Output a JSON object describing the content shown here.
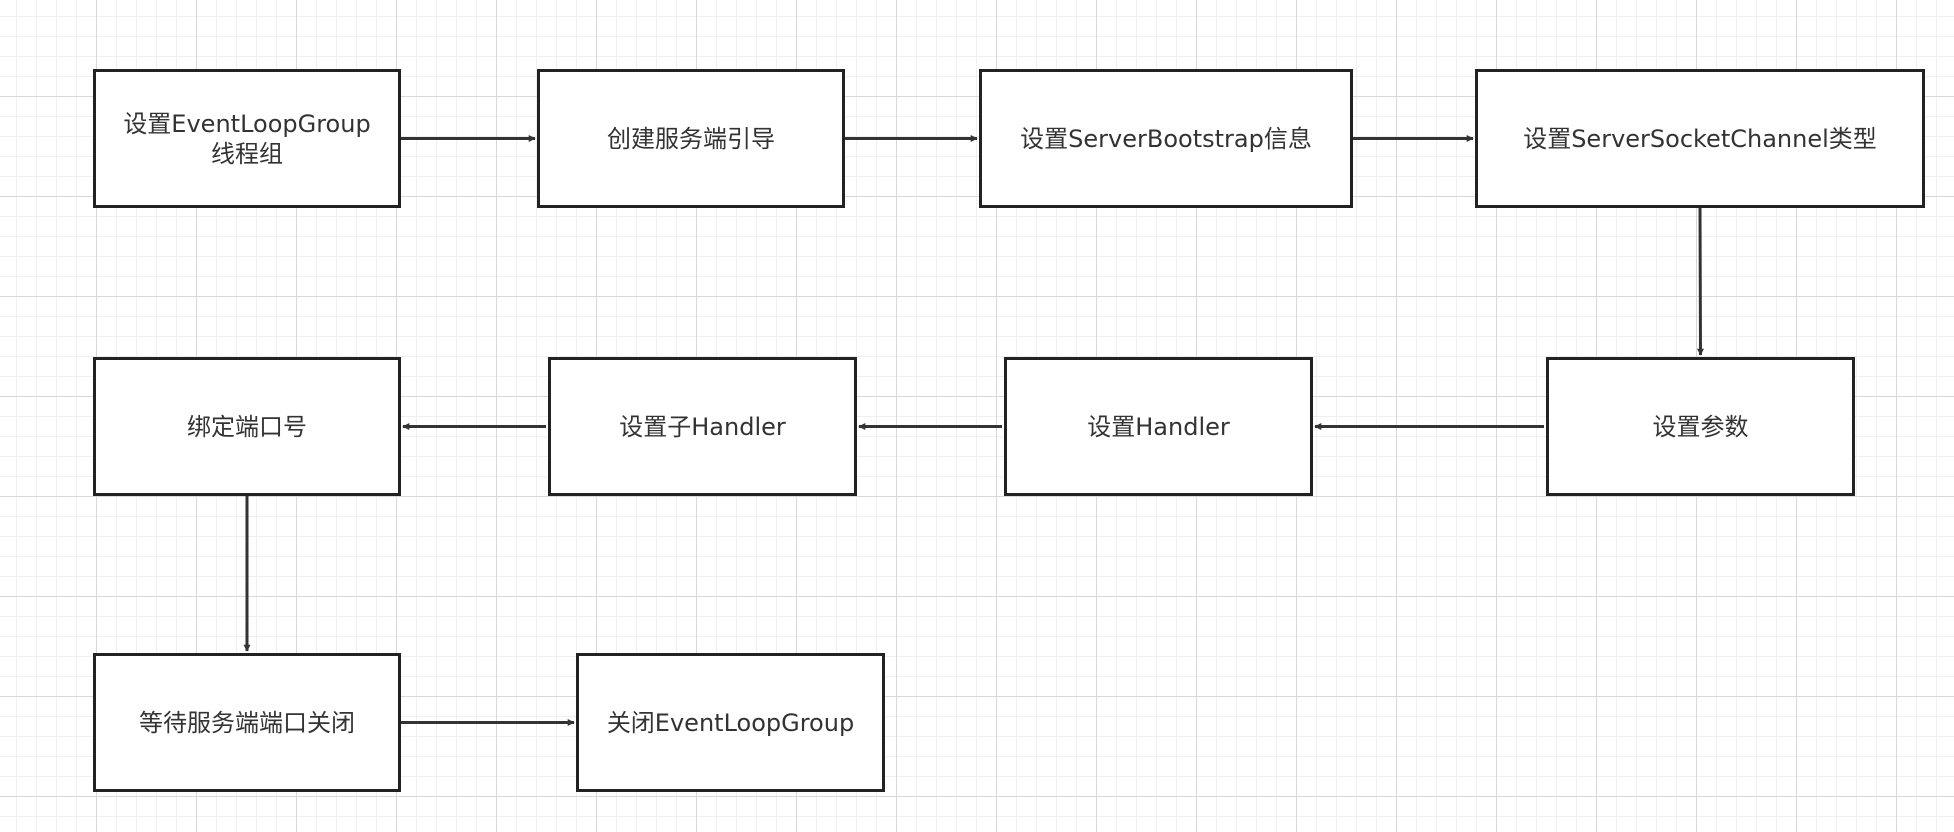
{
  "diagram": {
    "title": "",
    "nodes": [
      {
        "id": "n0",
        "label": "设置EventLoopGroup\n线程组"
      },
      {
        "id": "n1",
        "label": "创建服务端引导"
      },
      {
        "id": "n2",
        "label": "设置ServerBootstrap信息"
      },
      {
        "id": "n3",
        "label": "设置ServerSocketChannel类型"
      },
      {
        "id": "n4",
        "label": "设置参数"
      },
      {
        "id": "n5",
        "label": "设置Handler"
      },
      {
        "id": "n6",
        "label": "设置子Handler"
      },
      {
        "id": "n7",
        "label": "绑定端口号"
      },
      {
        "id": "n8",
        "label": "等待服务端端口关闭"
      },
      {
        "id": "n9",
        "label": "关闭EventLoopGroup"
      }
    ],
    "edges": [
      {
        "from": "n0",
        "to": "n1"
      },
      {
        "from": "n1",
        "to": "n2"
      },
      {
        "from": "n2",
        "to": "n3"
      },
      {
        "from": "n3",
        "to": "n4"
      },
      {
        "from": "n4",
        "to": "n5"
      },
      {
        "from": "n5",
        "to": "n6"
      },
      {
        "from": "n6",
        "to": "n7"
      },
      {
        "from": "n7",
        "to": "n8"
      },
      {
        "from": "n8",
        "to": "n9"
      }
    ],
    "colors": {
      "node_border": "#222222",
      "node_fill": "#ffffff",
      "text": "#333333",
      "edge": "#333333"
    }
  }
}
